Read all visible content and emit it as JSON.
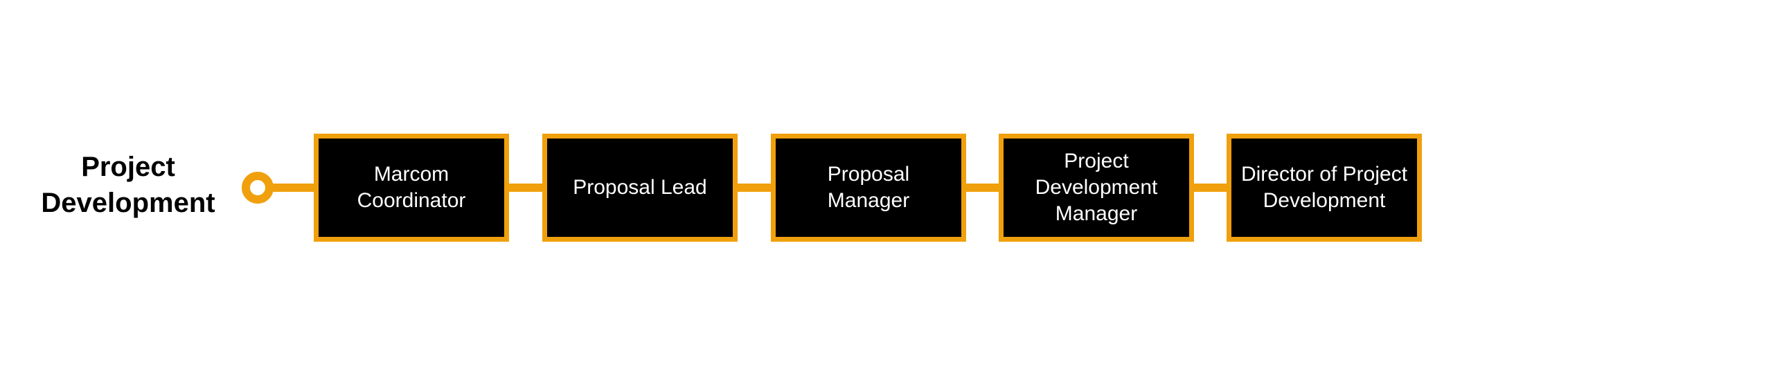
{
  "diagram": {
    "title_lines": [
      "Project",
      "Development"
    ],
    "accent_color": "#F0A00C",
    "box_fill_color": "#000000",
    "roles": [
      {
        "lines": [
          "Marcom",
          "Coordinator"
        ]
      },
      {
        "lines": [
          "Proposal Lead"
        ]
      },
      {
        "lines": [
          "Proposal",
          "Manager"
        ]
      },
      {
        "lines": [
          "Project",
          "Development",
          "Manager"
        ]
      },
      {
        "lines": [
          "Director of Project",
          "Development"
        ]
      }
    ]
  }
}
